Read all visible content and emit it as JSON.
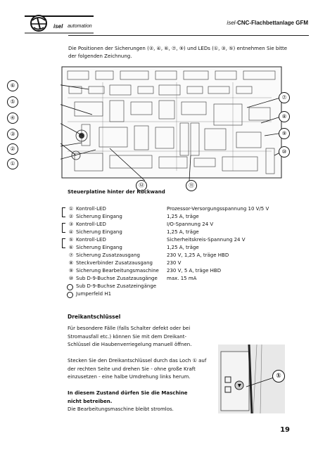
{
  "header": {
    "brand_name": "isel",
    "brand_sub": "automation",
    "title_prefix": "isel-",
    "title_main": "CNC-Flachbettanlage  GFM"
  },
  "intro_text": "Die Positionen der Sicherungen (②, ④, ⑥, ⑦, ⑨) und LEDs (①, ③, ⑤) entnehmen Sie bitte der folgenden Zeichnung.",
  "board": {
    "caption": "Steuerplatine hinter der Rückwand",
    "callouts_left": [
      "⑥",
      "⑤",
      "④",
      "③",
      "②",
      "①"
    ],
    "callouts_right": [
      "⑦",
      "⑧",
      "⑨",
      "⑩"
    ],
    "callouts_bottom": [
      "⑫",
      "⑪"
    ]
  },
  "legend": [
    {
      "num": "①",
      "label": "Kontroll-LED",
      "value": "Prozessor-Versorgungsspannung 10 V/5 V"
    },
    {
      "num": "②",
      "label": "Sicherung Eingang",
      "value": "1,25 A, träge"
    },
    {
      "num": "③",
      "label": "Kontroll-LED",
      "value": "I/O-Spannung 24 V"
    },
    {
      "num": "④",
      "label": "Sicherung Eingang",
      "value": "1,25 A, träge"
    },
    {
      "num": "⑤",
      "label": "Kontroll-LED",
      "value": "Sicherheitskreis-Spannung 24 V"
    },
    {
      "num": "⑥",
      "label": "Sicherung Eingang",
      "value": "1,25 A, träge"
    },
    {
      "num": "⑦",
      "label": "Sicherung Zusatzausgang",
      "value": "230 V, 1,25 A, träge HBD"
    },
    {
      "num": "⑧",
      "label": "Steckverbinder Zusatzausgang",
      "value": "230 V"
    },
    {
      "num": "⑨",
      "label": "Sicherung Bearbeitungsmaschine",
      "value": "230 V, 5 A, träge HBD"
    },
    {
      "num": "⑩",
      "label": "Sub D-9-Buchse Zusatzausgänge",
      "value": "max. 15 mA"
    },
    {
      "num": "",
      "label": "Sub D-9-Buchse Zusatzeingänge",
      "value": ""
    },
    {
      "num": "",
      "label": "Jumperfeld H1",
      "value": ""
    }
  ],
  "section": {
    "heading": "Dreikantschlüssel",
    "p1": "Für besondere Fälle (falls Schalter defekt oder bei Stromausfall etc.) können Sie mit dem Dreikant-Schlüssel die Haubenverriegelung manuell öffnen.",
    "p2": "Stecken Sie den Dreikantschlüssel durch das Loch ① auf der rechten Seite und drehen Sie - ohne große Kraft einzusetzen - eine halbe Umdrehung links herum.",
    "p3_bold": "In diesem Zustand dürfen Sie die Maschine nicht betreiben.",
    "p3_rest": "Die Bearbeitungsmaschine bleibt stromlos.",
    "photo_callout": "①"
  },
  "page_number": "19"
}
